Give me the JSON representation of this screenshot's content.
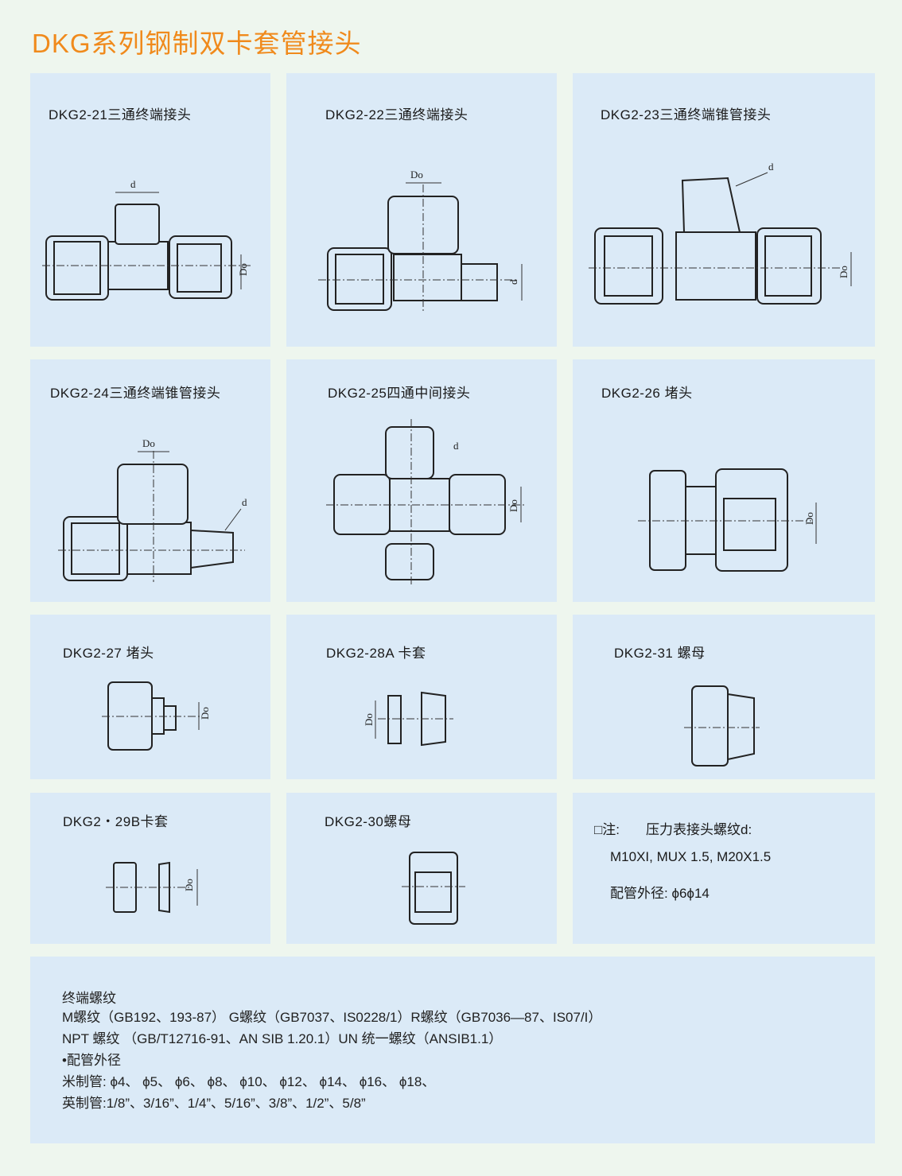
{
  "title": "DKG系列钢制双卡套管接头",
  "panels": [
    {
      "title": "DKG2-21三通终端接头",
      "dims": [
        "d",
        "Do"
      ]
    },
    {
      "title": "DKG2-22三通终端接头",
      "dims": [
        "Do",
        "d"
      ]
    },
    {
      "title": "DKG2-23三通终端锥管接头",
      "dims": [
        "d",
        "Do"
      ]
    },
    {
      "title": "DKG2-24三通终端锥管接头",
      "dims": [
        "Do",
        "d"
      ]
    },
    {
      "title": "DKG2-25四通中间接头",
      "dims": [
        "d",
        "Do"
      ]
    },
    {
      "title": "DKG2-26 堵头",
      "dims": [
        "Do"
      ]
    },
    {
      "title": "DKG2-27 堵头",
      "dims": [
        "Do"
      ]
    },
    {
      "title": "DKG2-28A 卡套",
      "dims": [
        "Do"
      ]
    },
    {
      "title": "DKG2-31 螺母",
      "dims": []
    },
    {
      "title": "DKG2・29B卡套",
      "dims": [
        "Do"
      ]
    },
    {
      "title": "DKG2-30螺母",
      "dims": []
    }
  ],
  "note": {
    "label": "□注:",
    "heading": "压力表接头螺纹d:",
    "threads": "M10XI, MUX 1.5, M20X1.5",
    "pipe": "配管外径: ϕ6ϕ14"
  },
  "bottom": {
    "lines": [
      "终端螺纹",
      "M螺纹（GB192、193-87） G螺纹（GB7037、IS0228/1）R螺纹（GB7036—87、IS07/I）",
      "NPT 螺纹 （GB/T12716-91、AN SIB 1.20.1）UN 统一螺纹（ANSIB1.1）",
      "•配管外径",
      "米制管: ϕ4、 ϕ5、 ϕ6、 ϕ8、 ϕ10、 ϕ12、 ϕ14、 ϕ16、 ϕ18、",
      "英制管:1/8”、3/16”、1/4”、5/16”、3/8”、1/2”、5/8”"
    ]
  }
}
